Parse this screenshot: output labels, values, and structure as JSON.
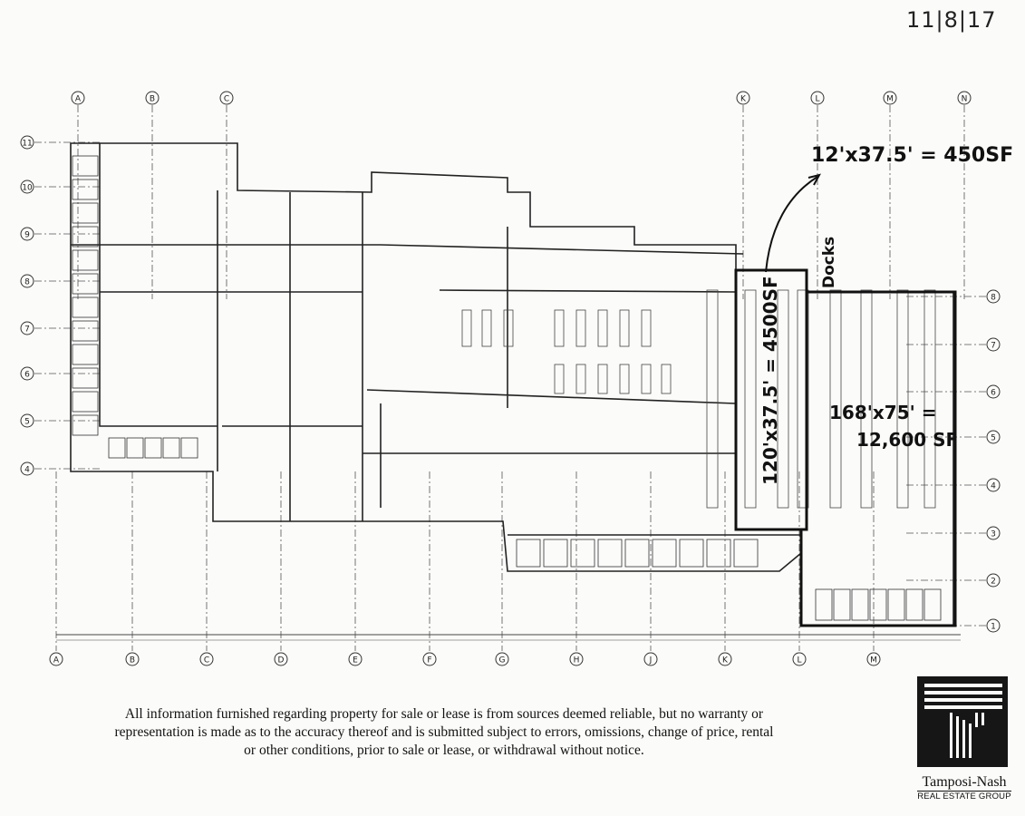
{
  "handwritten_date": "11|8|17",
  "annotations": {
    "small_area": "12'x37.5' = 450SF",
    "docks_label": "Docks",
    "dock_area": "120'x37.5' = 4500SF",
    "main_area_line1": "168'x75' =",
    "main_area_line2": "12,600 SF"
  },
  "grid": {
    "top_columns": [
      "A",
      "B",
      "C",
      "K",
      "L",
      "M",
      "N"
    ],
    "bottom_columns": [
      "A",
      "B",
      "C",
      "D",
      "E",
      "F",
      "G",
      "H",
      "J",
      "K",
      "L",
      "M"
    ],
    "left_rows": [
      "11",
      "10",
      "9",
      "8",
      "7",
      "6",
      "5",
      "4"
    ],
    "right_rows": [
      "8",
      "7",
      "6",
      "5",
      "4",
      "3",
      "2",
      "1"
    ]
  },
  "disclaimer": "All information furnished regarding property for sale or lease is from sources deemed reliable, but no warranty or representation is made as to the accuracy thereof and is submitted subject to errors, omissions, change of price, rental or other conditions, prior to sale or lease, or withdrawal without notice.",
  "logo": {
    "name": "Tamposi-Nash",
    "subtitle": "REAL ESTATE GROUP"
  },
  "colors": {
    "ink": "#111111",
    "paper": "#fbfbf9"
  }
}
